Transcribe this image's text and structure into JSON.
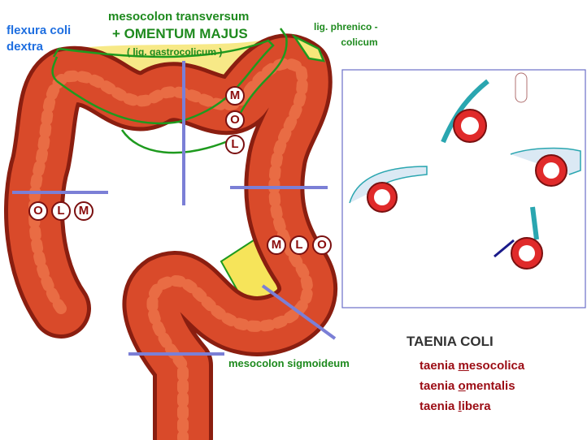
{
  "labels": {
    "flexura": [
      "flexura coli",
      "dextra"
    ],
    "mesocolon_transversum": "mesocolon transversum",
    "omentum_majus": "+ OMENTUM  MAJUS",
    "lig_gastrocolicum": "( lig. gastrocolicum )",
    "lig_phrenicocolicum": [
      "lig. phrenico -",
      "colicum"
    ],
    "mesocolon_sigmoideum": "mesocolon sigmoideum"
  },
  "markers": {
    "transverse": [
      "M",
      "O",
      "L"
    ],
    "ascending": [
      "O",
      "L",
      "M"
    ],
    "descending": [
      "M",
      "L",
      "O"
    ]
  },
  "legend": {
    "title": "TAENIA  COLI",
    "items": [
      {
        "prefix": "taenia ",
        "underlined": "m",
        "rest": "esocolica"
      },
      {
        "prefix": "taenia ",
        "underlined": "o",
        "rest": "mentalis"
      },
      {
        "prefix": "taenia ",
        "underlined": "l",
        "rest": "ibera"
      }
    ]
  },
  "colors": {
    "colon": "#d94a2a",
    "mesentery": "#f5e46a",
    "outline": "#1e9a1e",
    "section_line": "#7b7fd6",
    "taenia": "#9b0c14"
  }
}
